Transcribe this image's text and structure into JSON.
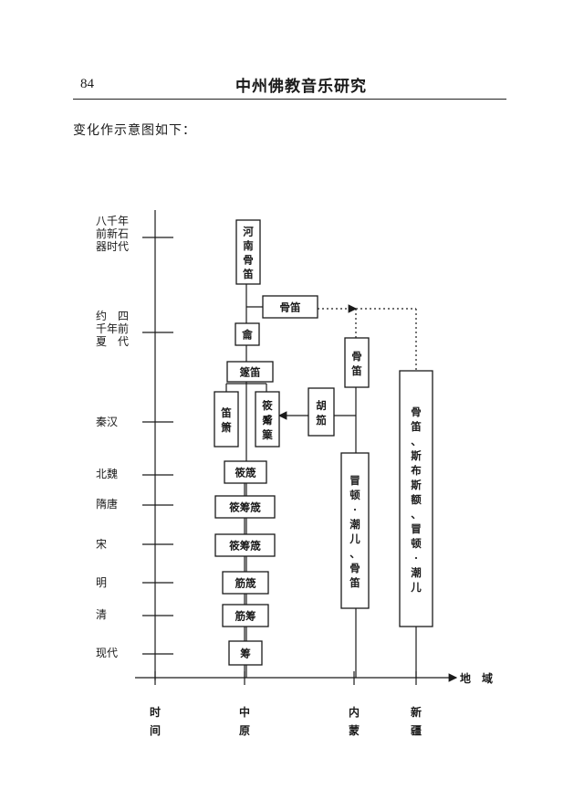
{
  "header": {
    "page_number": "84",
    "book_title": "中州佛教音乐研究"
  },
  "intro_text": "变化作示意图如下：",
  "time_periods": [
    {
      "lines": [
        "八千年",
        "前新石",
        "器时代"
      ]
    },
    {
      "lines": [
        "约　四",
        "千年前",
        "夏　代"
      ]
    },
    {
      "lines": [
        "秦汉"
      ]
    },
    {
      "lines": [
        "北魏"
      ]
    },
    {
      "lines": [
        "隋唐"
      ]
    },
    {
      "lines": [
        "宋"
      ]
    },
    {
      "lines": [
        "明"
      ]
    },
    {
      "lines": [
        "清"
      ]
    },
    {
      "lines": [
        "现代"
      ]
    }
  ],
  "region_axis_label": "地　域",
  "axis_columns": [
    {
      "chars": [
        "时",
        "间"
      ]
    },
    {
      "chars": [
        "中",
        "原"
      ]
    },
    {
      "chars": [
        "内",
        "蒙"
      ]
    },
    {
      "chars": [
        "新",
        "疆"
      ]
    }
  ],
  "instrument_boxes": [
    {
      "text": "河南骨笛"
    },
    {
      "text": "骨笛"
    },
    {
      "text": "龠"
    },
    {
      "text": "篴笛"
    },
    {
      "text": "笛箫"
    },
    {
      "text": "筱觱篥"
    },
    {
      "text": "胡笳"
    },
    {
      "text": "骨笛"
    },
    {
      "text": "骨笛、斯布斯额、冒顿·潮儿"
    },
    {
      "text": "筱筬"
    },
    {
      "text": "筱筹筬"
    },
    {
      "text": "筱筹筬"
    },
    {
      "text": "筋筬"
    },
    {
      "text": "筋筹"
    },
    {
      "text": "冒顿·潮儿、骨笛"
    },
    {
      "text": "筹"
    }
  ]
}
